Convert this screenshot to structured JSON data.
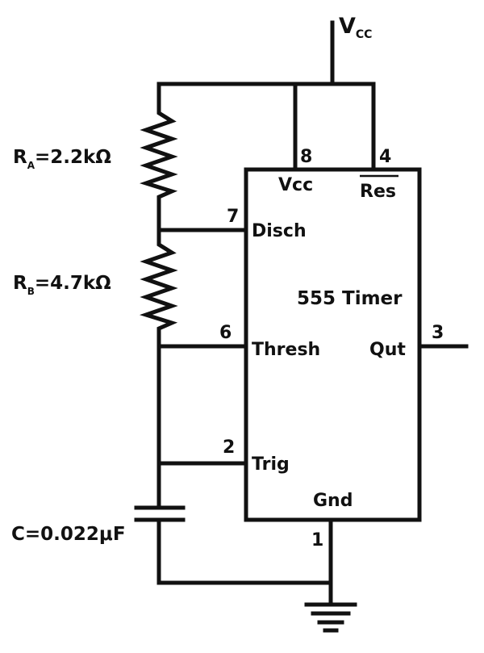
{
  "diagram": {
    "supply": {
      "main": "V",
      "sub": "CC"
    },
    "resistor_a": {
      "main": "R",
      "sub": "A",
      "value": "=2.2kΩ"
    },
    "resistor_b": {
      "main": "R",
      "sub": "B",
      "value": "=4.7kΩ"
    },
    "capacitor": {
      "label": "C=0.022μF"
    },
    "chip": {
      "title": "555 Timer",
      "pins": {
        "vcc": {
          "number": "8",
          "label": "Vcc"
        },
        "res": {
          "number": "4",
          "label": "Res"
        },
        "disch": {
          "number": "7",
          "label": "Disch"
        },
        "thresh": {
          "number": "6",
          "label": "Thresh"
        },
        "trig": {
          "number": "2",
          "label": "Trig"
        },
        "gnd": {
          "number": "1",
          "label": "Gnd"
        },
        "out": {
          "number": "3",
          "label": "Qut"
        }
      }
    }
  }
}
